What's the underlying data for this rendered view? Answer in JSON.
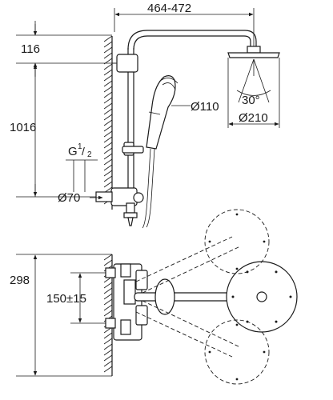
{
  "dimensions": {
    "arm_reach": "464-472",
    "top_offset": "116",
    "head_angle": "30°",
    "head_diameter": "Ø210",
    "hand_shower_diameter": "Ø110",
    "overall_height": "1016",
    "thread_size": "G",
    "thread_fraction_num": "1",
    "thread_fraction_den": "2",
    "outlet_diameter": "Ø70",
    "depth": "298",
    "connection_spacing": "150±15"
  },
  "colors": {
    "line": "#1a1a1a",
    "background": "#ffffff"
  }
}
